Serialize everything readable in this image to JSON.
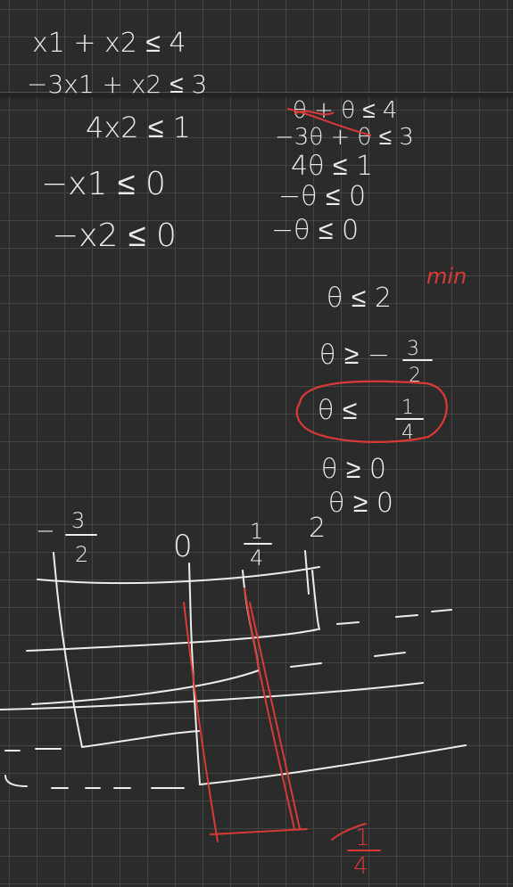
{
  "primal": {
    "lines": [
      "x1 + x2 ≤ 4",
      "−3x1 + x2 ≤ 3",
      "4x2 ≤ 1",
      "−x1 ≤ 0",
      "−x2 ≤ 0"
    ]
  },
  "substituted": {
    "lines": [
      "θ + θ ≤ 4",
      "−3θ + θ ≤ 3",
      "4θ ≤ 1",
      "−θ ≤ 0",
      "−θ ≤ 0"
    ]
  },
  "bounds": {
    "b1": "θ ≤ 2",
    "b1_note": "min",
    "b2_lhs": "θ ≥ −",
    "b2_num": "3",
    "b2_den": "2",
    "b3_lhs": "θ ≤",
    "b3_num": "1",
    "b3_den": "4",
    "b4": "θ ≥ 0",
    "b5": "θ ≥ 0"
  },
  "number_line": {
    "t1_num": "3",
    "t1_den": "2",
    "t1_sign": "−",
    "t2": "0",
    "t3_num": "1",
    "t3_den": "4",
    "t4": "2"
  },
  "result": {
    "num": "1",
    "den": "4"
  },
  "colors": {
    "background": "#2b2b2b",
    "ink": "#ececec",
    "red": "#d93a35",
    "grid": "#444444"
  }
}
